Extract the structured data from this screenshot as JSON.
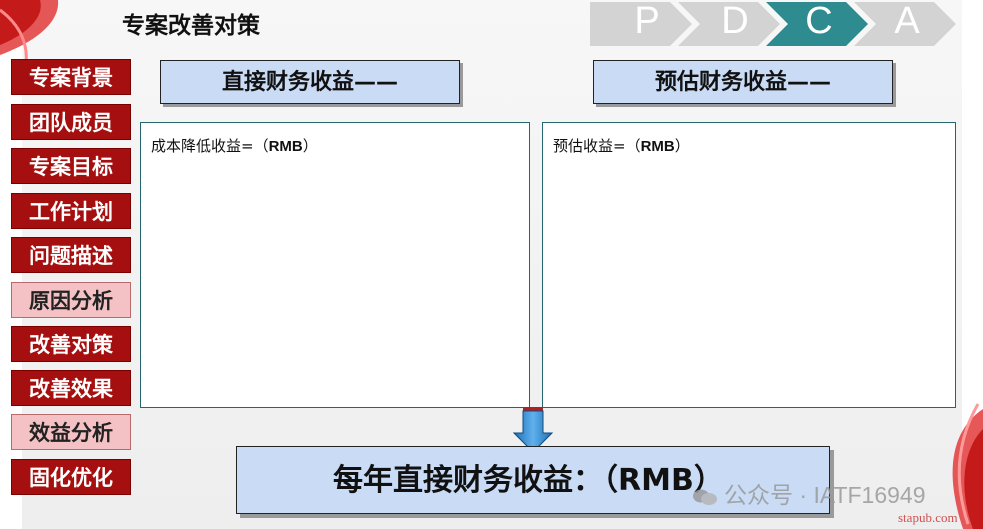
{
  "slide": {
    "title": "专案改善对策"
  },
  "pdca": {
    "steps": [
      "P",
      "D",
      "C",
      "A"
    ],
    "active_index": 2,
    "colors": {
      "inactive": "#d3d3d3",
      "active": "#2e8b8f"
    }
  },
  "nav": {
    "items": [
      {
        "label": "专案背景",
        "style": "dark"
      },
      {
        "label": "团队成员",
        "style": "dark"
      },
      {
        "label": "专案目标",
        "style": "dark"
      },
      {
        "label": "工作计划",
        "style": "dark"
      },
      {
        "label": "问题描述",
        "style": "dark"
      },
      {
        "label": "原因分析",
        "style": "light"
      },
      {
        "label": "改善对策",
        "style": "dark"
      },
      {
        "label": "改善效果",
        "style": "dark"
      },
      {
        "label": "效益分析",
        "style": "light"
      },
      {
        "label": "固化优化",
        "style": "dark"
      }
    ],
    "colors": {
      "dark": "#a50f0f",
      "light": "#f4c2c4"
    }
  },
  "left_section": {
    "header": "直接财务收益——",
    "panel_label": "成本降低收益=（",
    "panel_unit": "RMB",
    "panel_close": "）"
  },
  "right_section": {
    "header": "预估财务收益——",
    "panel_label": "预估收益=（",
    "panel_unit": "RMB",
    "panel_close": "）"
  },
  "result": {
    "label": "每年直接财务收益：（RMB）"
  },
  "watermark": {
    "text": "公众号 · IATF16949",
    "site": "stapub.com"
  }
}
